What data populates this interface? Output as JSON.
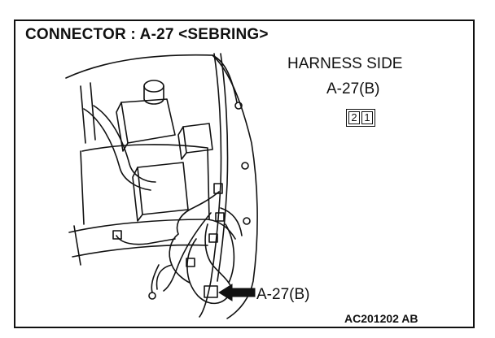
{
  "title": "CONNECTOR : A-27 <SEBRING>",
  "harness_side_label": "HARNESS SIDE",
  "connector_label": "A-27(B)",
  "pin_numbers": [
    "2",
    "1"
  ],
  "callout_label": "A-27(B)",
  "figure_code": "AC201202 AB"
}
